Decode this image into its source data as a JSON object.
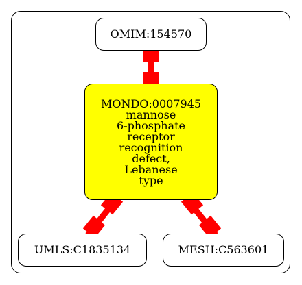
{
  "nodes": {
    "omim": {
      "label": "OMIM:154570"
    },
    "mondo": {
      "id": "MONDO:0007945",
      "name_lines": [
        "mannose",
        "6-phosphate",
        "receptor",
        "recognition",
        "defect,",
        "Lebanese",
        "type"
      ]
    },
    "umls": {
      "label": "UMLS:C1835134"
    },
    "mesh": {
      "label": "MESH:C563601"
    }
  },
  "colors": {
    "edge": "#ff0000",
    "focus_fill": "#ffff00",
    "node_fill": "#ffffff",
    "stroke": "#000000"
  }
}
